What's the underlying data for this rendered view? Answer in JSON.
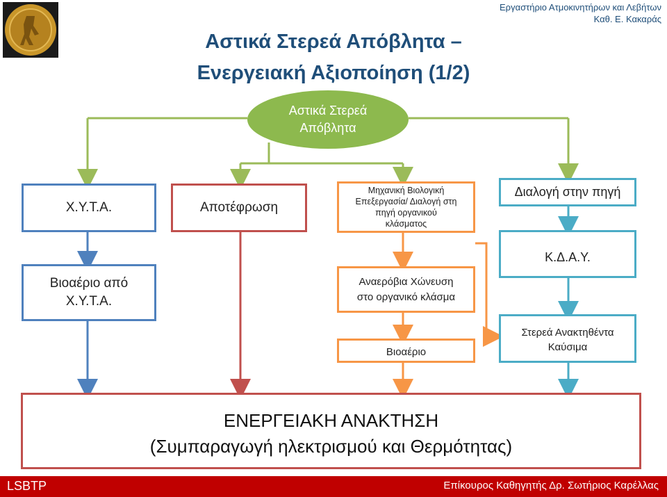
{
  "header": {
    "lab_name": "Εργαστήριο Ατμοκινητήρων και Λεβήτων",
    "professor": "Καθ. Ε. Κακαράς"
  },
  "title": {
    "line1": "Αστικά Στερεά Απόβλητα –",
    "line2": "Ενεργειακή Αξιοποίηση (1/2)"
  },
  "root_node": {
    "line1": "Αστικά Στερεά",
    "line2": "Απόβλητα"
  },
  "nodes": {
    "xyta": "Χ.Υ.Τ.Α.",
    "incineration": "Αποτέφρωση",
    "mbt_lines": [
      "Μηχανική Βιολογική",
      "Επεξεργασία/ Διαλογή στη",
      "πηγή οργανικού",
      "κλάσματος"
    ],
    "source_sorting": "Διαλογή στην πηγή",
    "biogas_xyta_lines": [
      "Βιοαέριο από",
      "Χ.Υ.Τ.Α."
    ],
    "anaerobic_lines": [
      "Αναερόβια Χώνευση",
      "στο οργανικό κλάσμα"
    ],
    "kday": "Κ.Δ.Α.Υ.",
    "biogas": "Βιοαέριο",
    "srf_lines": [
      "Στερεά Ανακτηθέντα",
      "Καύσιμα"
    ]
  },
  "energy_recovery": {
    "line1": "ΕΝΕΡΓΕΙΑΚΗ ΑΝΑΚΤΗΣΗ",
    "line2": "(Συμπαραγωγή ηλεκτρισμού και Θερμότητας)"
  },
  "footer": {
    "left": "LSBTP",
    "right": "Επίκουρος Καθηγητής Δρ. Σωτήριος Καρέλλας"
  },
  "colors": {
    "green": "#9bbb59",
    "blue": "#4f81bd",
    "red": "#c0504d",
    "orange": "#f79646",
    "teal": "#4bacc6",
    "title": "#1f4e79",
    "footer_bar": "#c00000"
  }
}
